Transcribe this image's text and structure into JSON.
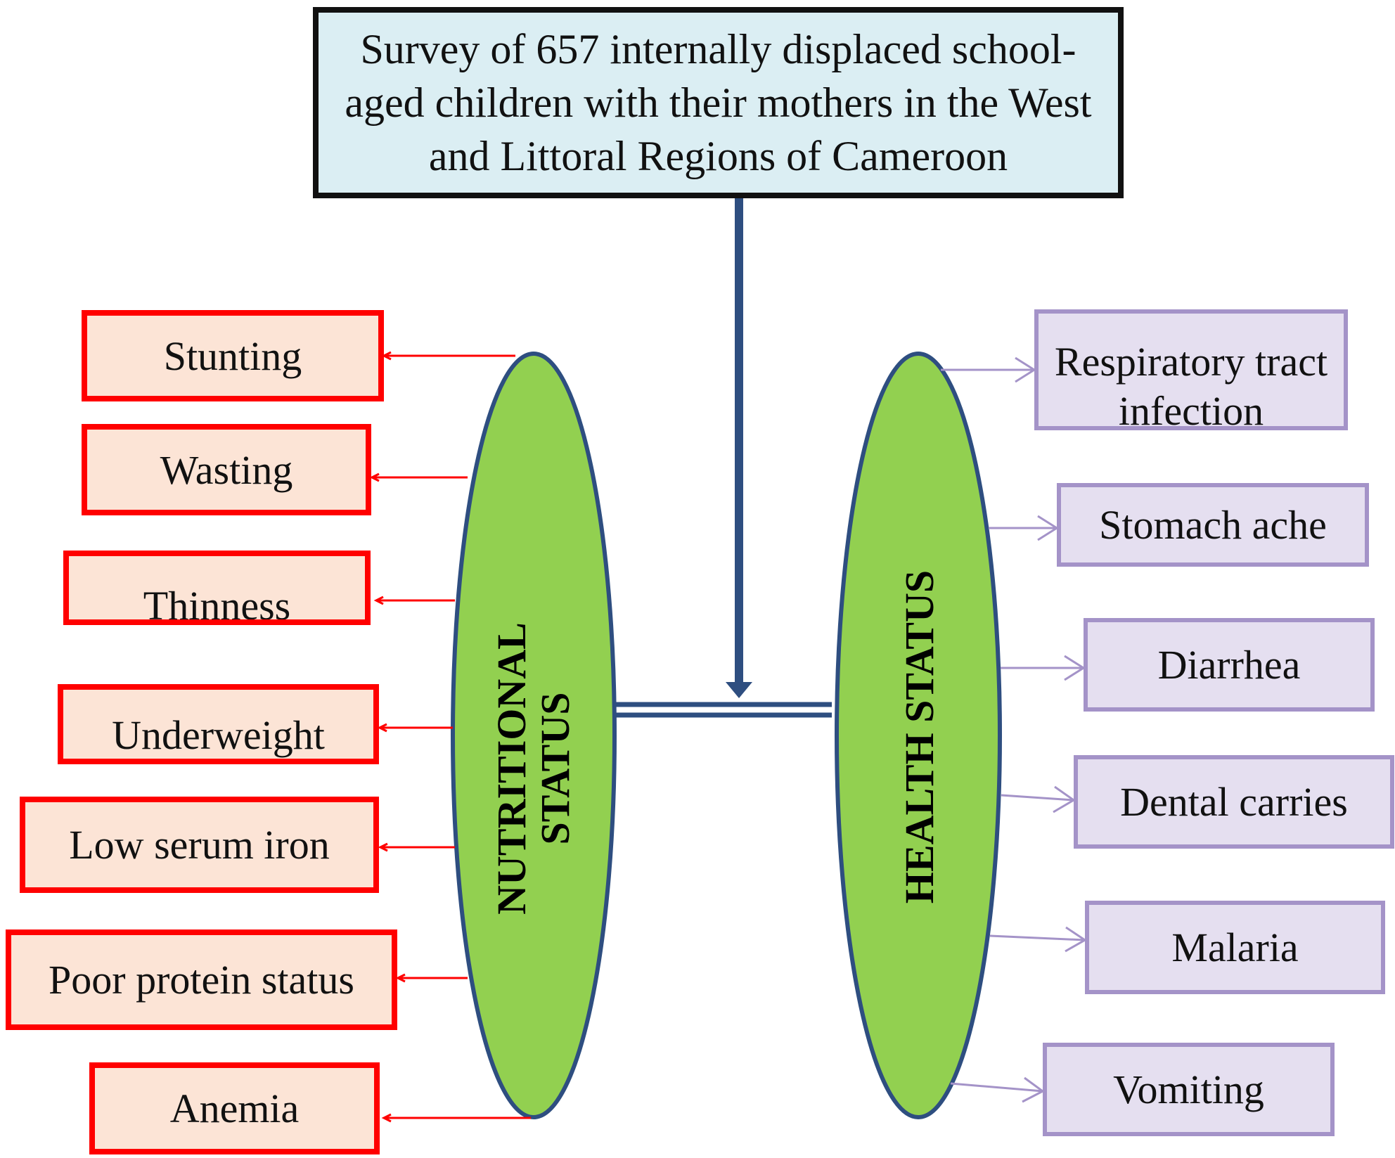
{
  "survey_box": {
    "text": "Survey of 657 internally displaced school-aged children with their mothers in the West and Littoral Regions of Cameroon"
  },
  "nutritional": {
    "label": "NUTRITIONAL STATUS",
    "items": [
      "Stunting",
      "Wasting",
      "Thinness",
      "Underweight",
      "Low serum iron",
      "Poor protein status",
      "Anemia"
    ]
  },
  "health": {
    "label": "HEALTH STATUS",
    "items": [
      "Respiratory tract infection",
      "Stomach ache",
      "Diarrhea",
      "Dental carries",
      "Malaria",
      "Vomiting"
    ]
  },
  "colors": {
    "top_fill": "#dbeef3",
    "connector": "#2e4e80",
    "ellipse_fill": "#92d050",
    "nutrition_fill": "#fce4d6",
    "nutrition_border": "#ff0000",
    "health_fill": "#e5dff0",
    "health_border": "#a493c8"
  }
}
